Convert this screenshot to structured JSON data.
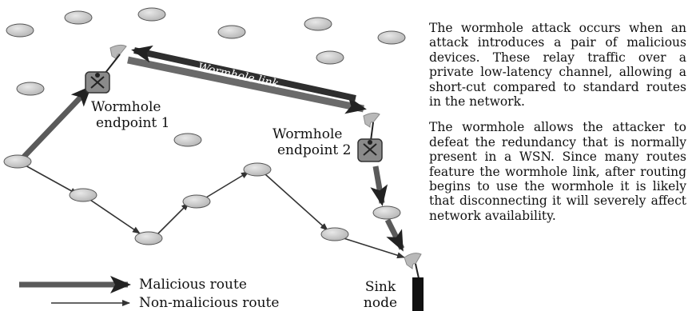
{
  "diagram": {
    "wormhole_link_label": "Wormhole link",
    "endpoint1_label": [
      "Wormhole",
      "endpoint 1"
    ],
    "endpoint2_label": [
      "Wormhole",
      "endpoint 2"
    ],
    "sink_label": [
      "Sink",
      "node"
    ],
    "legend": {
      "malicious": "Malicious route",
      "non_malicious": "Non-malicious route"
    },
    "colors": {
      "node_fill": "#c8c8c8",
      "malicious_arrow": "#555555",
      "nonmalicious_arrow": "#333333",
      "antenna": "#b0b0b0"
    }
  },
  "text": {
    "paragraph1": "The wormhole attack occurs when an attack introduces a pair of malicious devices. These relay traffic over a private low-latency channel, allowing a short-cut compared to standard routes in the network.",
    "paragraph2": "The wormhole allows the attacker to defeat the redundancy that is normally present in a WSN. Since many routes feature the wormhole link, after routing begins to use the wormhole it is likely that disconnecting it will severely affect network availability."
  }
}
